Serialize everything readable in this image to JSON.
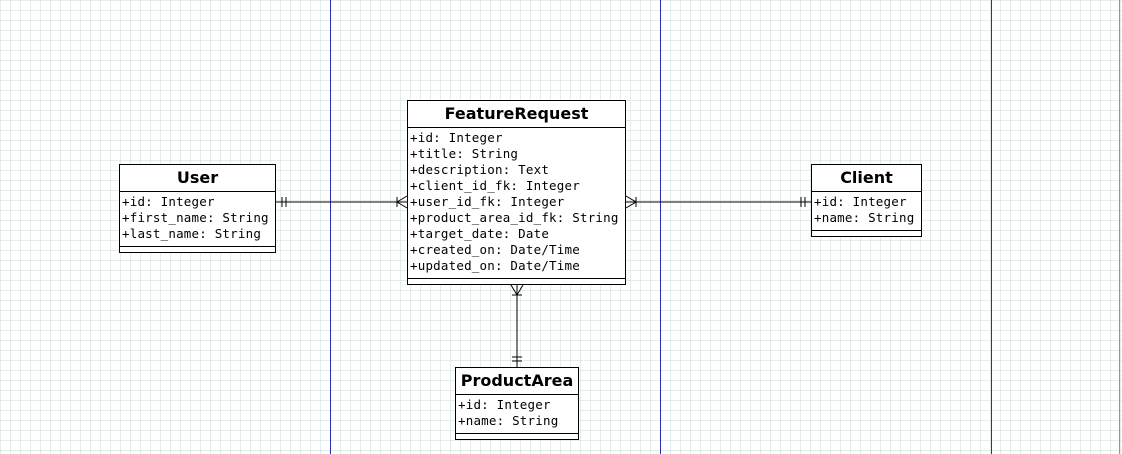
{
  "entities": {
    "user": {
      "title": "User",
      "attributes": [
        "+id: Integer",
        "+first_name: String",
        "+last_name: String"
      ]
    },
    "feature_request": {
      "title": "FeatureRequest",
      "attributes": [
        "+id: Integer",
        "+title: String",
        "+description: Text",
        "+client_id_fk: Integer",
        "+user_id_fk: Integer",
        "+product_area_id_fk: String",
        "+target_date: Date",
        "+created_on: Date/Time",
        "+updated_on: Date/Time"
      ]
    },
    "client": {
      "title": "Client",
      "attributes": [
        "+id: Integer",
        "+name: String"
      ]
    },
    "product_area": {
      "title": "ProductArea",
      "attributes": [
        "+id: Integer",
        "+name: String"
      ]
    }
  },
  "relationships": [
    {
      "from": "User",
      "to": "FeatureRequest",
      "from_cardinality": "one",
      "to_cardinality": "many"
    },
    {
      "from": "Client",
      "to": "FeatureRequest",
      "from_cardinality": "one",
      "to_cardinality": "many"
    },
    {
      "from": "ProductArea",
      "to": "FeatureRequest",
      "from_cardinality": "one",
      "to_cardinality": "many"
    }
  ],
  "colors": {
    "page_line": "#2b2bb0",
    "page_edge": "#dd7777",
    "grid": "#cddcdc",
    "border": "#000000"
  }
}
